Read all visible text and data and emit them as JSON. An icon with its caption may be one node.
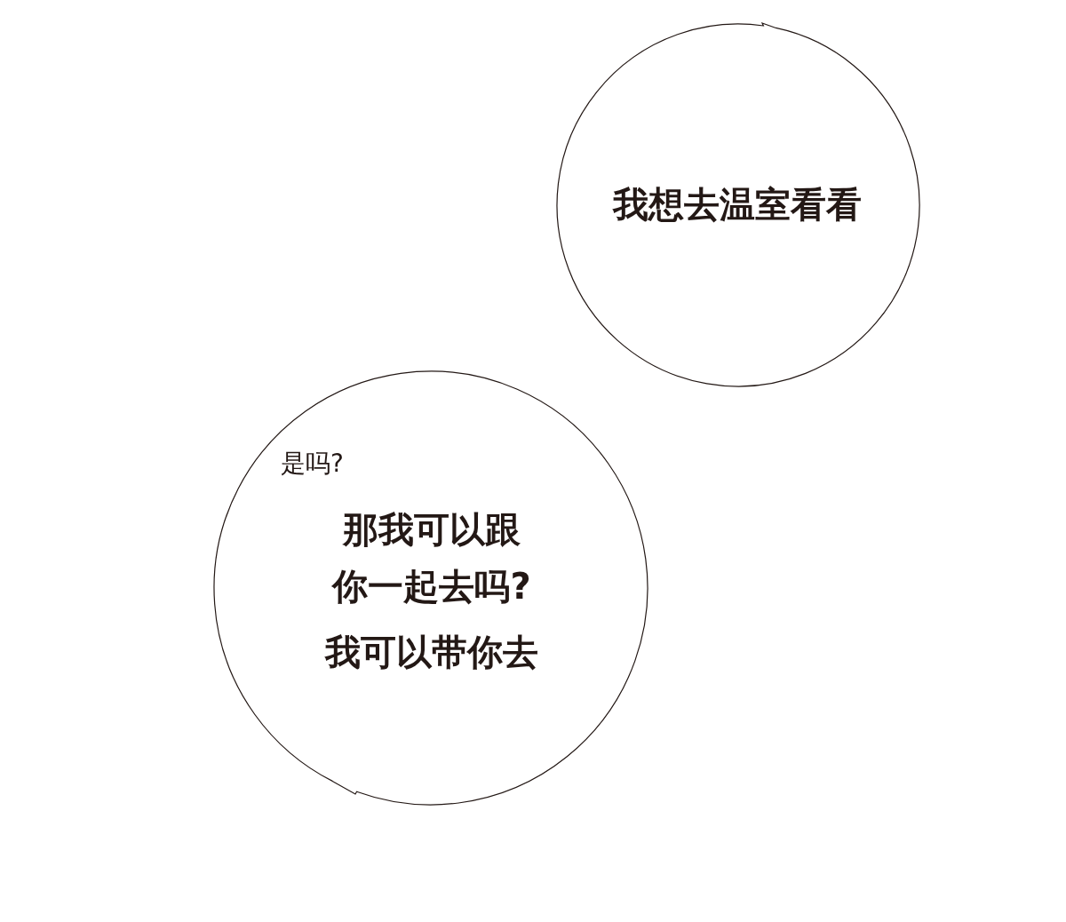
{
  "diagram": {
    "nodes": [
      {
        "text": [
          "我想去温室看看"
        ]
      },
      {
        "text": [
          "是吗?",
          "那我可以跟你一起去吗?",
          "我可以带你去"
        ]
      }
    ]
  }
}
